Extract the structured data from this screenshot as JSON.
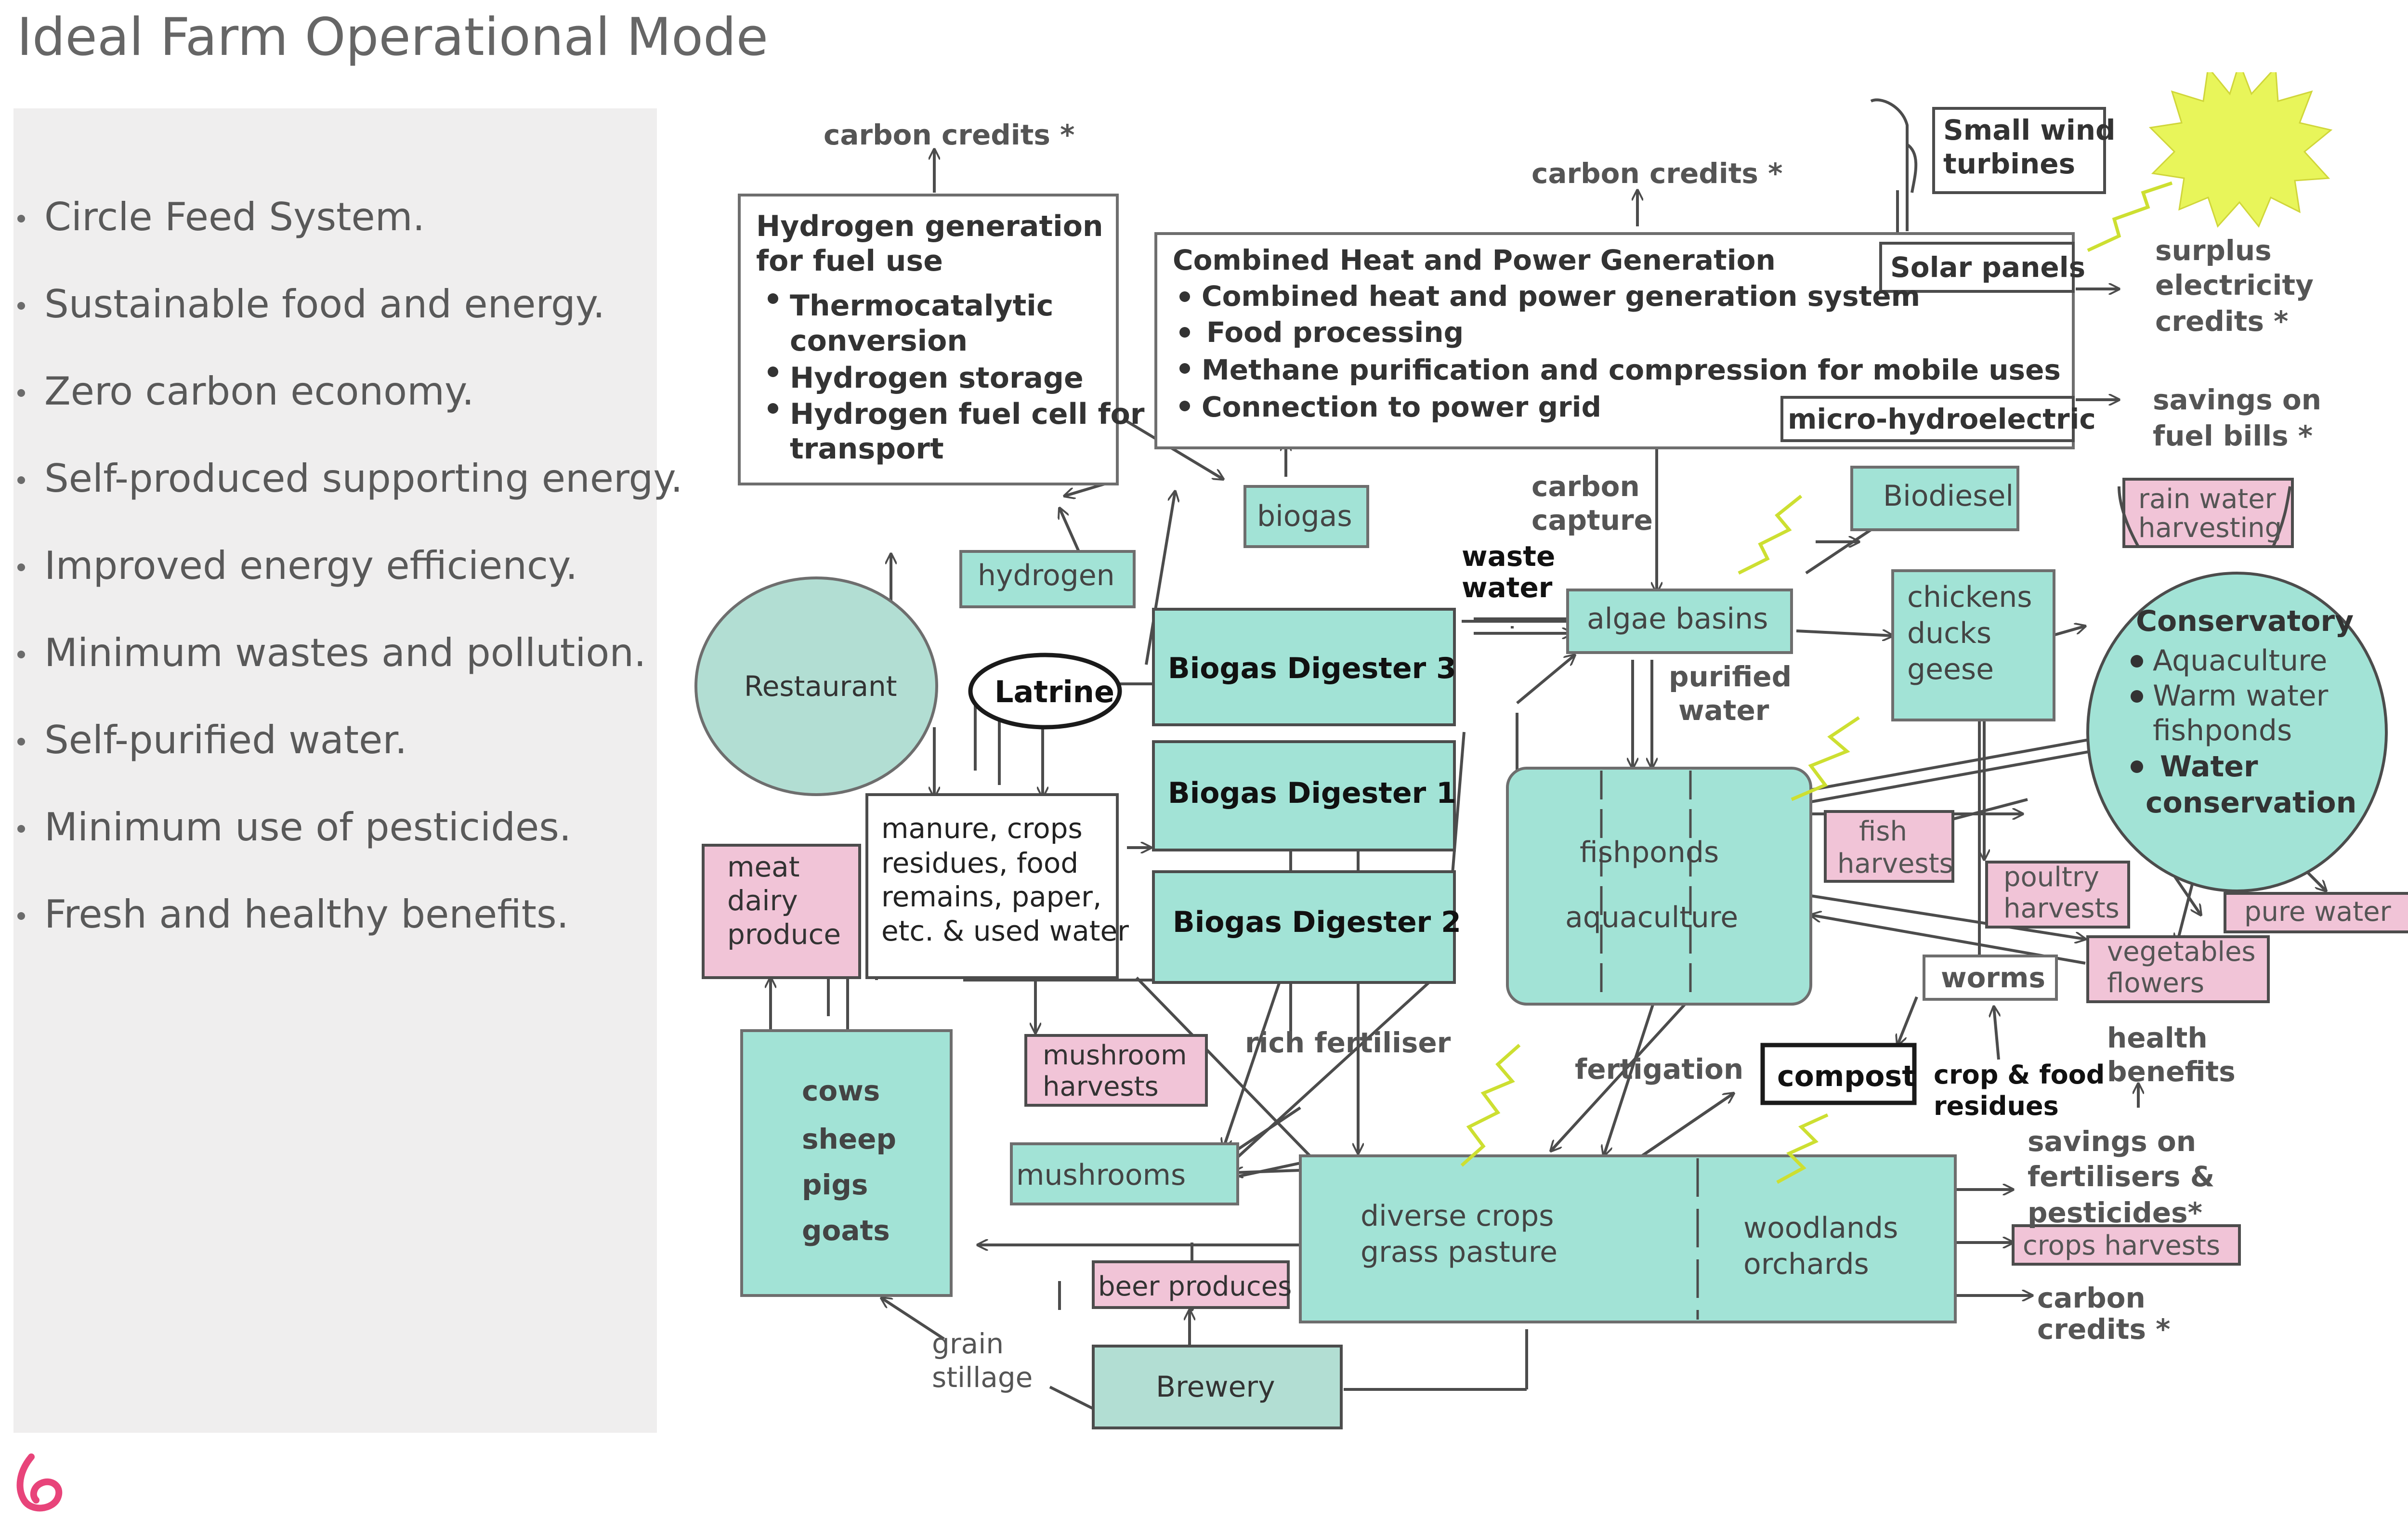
{
  "slide": {
    "title": "Ideal Farm Operational Mode",
    "bullets": [
      "Circle Feed System.",
      "Sustainable food and energy.",
      "Zero carbon economy.",
      "Self-produced supporting energy.",
      "Improved energy efficiency.",
      "Minimum wastes and pollution.",
      "Self-purified water.",
      "Minimum use of pesticides.",
      "Fresh and healthy benefits."
    ]
  },
  "diagram": {
    "colors": {
      "teal": "#a2e3d6",
      "pink": "#f1c4d7",
      "circle": "#b2ded3",
      "sun": "#e8f55a",
      "ray": "#cddf31",
      "line": "#4c4c4c",
      "text": "#333333"
    },
    "labels": {
      "carbon_credits_top_left": "carbon credits *",
      "carbon_credits_top_mid": "carbon credits *",
      "small_wind_1": "Small wind",
      "small_wind_2": "turbines",
      "hydrogen_title_1": "Hydrogen generation",
      "hydrogen_title_2": "for fuel use",
      "hydrogen_item_1a": "Thermocatalytic",
      "hydrogen_item_1b": "conversion",
      "hydrogen_item_2": "Hydrogen storage",
      "hydrogen_item_3a": "Hydrogen fuel cell for",
      "hydrogen_item_3b": "transport",
      "chp_title": "Combined Heat and Power Generation",
      "chp_item_1": "Combined heat and power generation system",
      "chp_item_2": "Food processing",
      "chp_item_3": "Methane purification and compression for mobile uses",
      "chp_item_4": "Connection to power grid",
      "solar_panels": "Solar panels",
      "micro_hydro": "micro-hydroelectric",
      "surplus_1": "surplus",
      "surplus_2": "electricity",
      "surplus_3": "credits *",
      "savings_fuel_1": "savings on",
      "savings_fuel_2": "fuel bills *",
      "biogas": "biogas",
      "hydrogen": "hydrogen",
      "carbon_capture_1": "carbon",
      "carbon_capture_2": "capture",
      "biodiesel": "Biodiesel",
      "rain_water_1": "rain water",
      "rain_water_2": "harvesting",
      "waste_water_1": "waste",
      "waste_water_2": "water",
      "algae_basins": "algae basins",
      "chickens": "chickens",
      "ducks": "ducks",
      "geese": "geese",
      "conservatory_title": "Conservatory",
      "conservatory_item_1": "Aquaculture",
      "conservatory_item_2a": "Warm water",
      "conservatory_item_2b": "fishponds",
      "conservatory_item_3a": "Water",
      "conservatory_item_3b": "conservation",
      "restaurant": "Restaurant",
      "latrine": "Latrine",
      "digester_3": "Biogas Digester 3",
      "digester_1": "Biogas Digester 1",
      "digester_2": "Biogas Digester 2",
      "purified_1": "purified",
      "purified_2": "water",
      "manure_1": "manure, crops",
      "manure_2": "residues, food",
      "manure_3": "remains, paper,",
      "manure_4": "etc. & used water",
      "meat_1": "meat",
      "meat_2": "dairy",
      "meat_3": "produce",
      "fishponds": "fishponds",
      "aquaculture": "aquaculture",
      "fish_harvests_1": "fish",
      "fish_harvests_2": "harvests",
      "poultry_1": "poultry",
      "poultry_2": "harvests",
      "pure_water": "pure water",
      "vegetables_1": "vegetables",
      "vegetables_2": "flowers",
      "worms": "worms",
      "rich_fertiliser": "rich fertiliser",
      "mushroom_harvests_1": "mushroom",
      "mushroom_harvests_2": "harvests",
      "fertigation": "fertigation",
      "compost": "compost",
      "crop_food_1": "crop & food",
      "crop_food_2": "residues",
      "health_1": "health",
      "health_2": "benefits",
      "animals_1": "cows",
      "animals_2": "sheep",
      "animals_3": "pigs",
      "animals_4": "goats",
      "mushrooms": "mushrooms",
      "diverse_crops_1": "diverse crops",
      "diverse_crops_2": "grass pasture",
      "woodlands_1": "woodlands",
      "woodlands_2": "orchards",
      "savings_fert_1": "savings on",
      "savings_fert_2": "fertilisers &",
      "savings_fert_3": "pesticides*",
      "crops_harvests": "crops harvests",
      "carbon_credits_bottom_1": "carbon",
      "carbon_credits_bottom_2": "credits *",
      "beer_produces": "beer produces",
      "grain_1": "grain",
      "grain_2": "stillage",
      "brewery": "Brewery"
    }
  }
}
